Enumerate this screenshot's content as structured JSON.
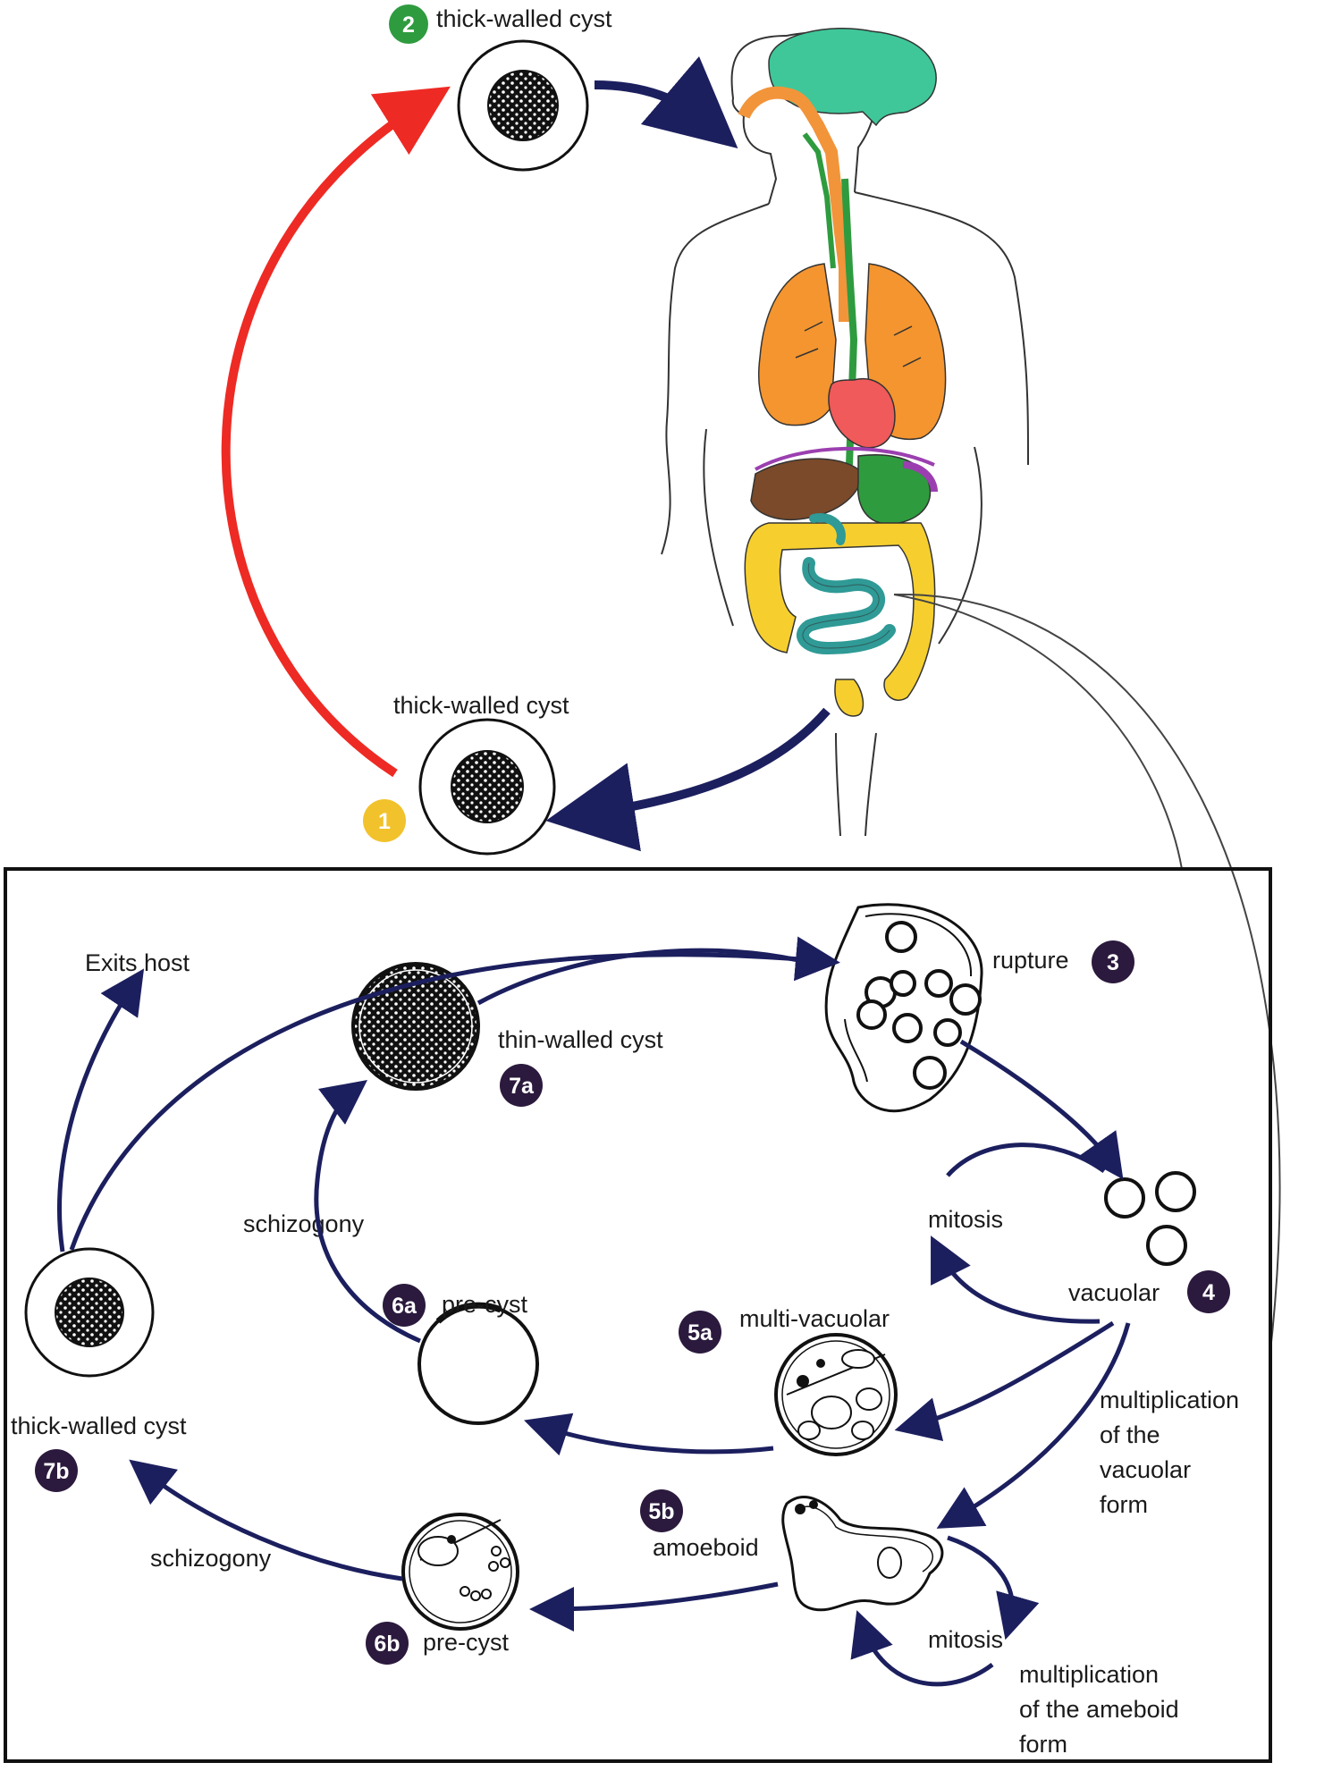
{
  "labels": {
    "step2_title": "thick-walled cyst",
    "step1_title": "thick-walled cyst",
    "exits_host": "Exits host",
    "rupture": "rupture",
    "thin_walled_cyst": "thin-walled cyst",
    "schizogony_top": "schizogony",
    "mitosis_top": "mitosis",
    "vacuolar": "vacuolar",
    "pre_cyst_6a": "pre-cyst",
    "multi_vacuolar": "multi-vacuolar",
    "thick_walled_cyst_7b": "thick-walled cyst",
    "multiplication_vacuolar": [
      "multiplication",
      "of the",
      "vacuolar",
      "form"
    ],
    "amoeboid": "amoeboid",
    "schizogony_bottom": "schizogony",
    "mitosis_bottom": "mitosis",
    "pre_cyst_6b": "pre-cyst",
    "multiplication_ameboid": [
      "multiplication",
      "of the ameboid",
      "form"
    ]
  },
  "badges": {
    "b1": "1",
    "b2": "2",
    "b3": "3",
    "b4": "4",
    "b5a": "5a",
    "b5b": "5b",
    "b6a": "6a",
    "b6b": "6b",
    "b7a": "7a",
    "b7b": "7b"
  },
  "colors": {
    "badge_dark": "#2b1a3d",
    "badge_green": "#2e9b3f",
    "badge_yellow": "#f2c22c",
    "arrow_navy": "#1c1f5e",
    "arrow_red": "#ee2a24",
    "brain": "#3fc79a",
    "airway": "#f2943a",
    "lung": "#f4952f",
    "heart": "#f05a5a",
    "liver": "#7a4a2a",
    "stomach": "#2e9b3f",
    "colon": "#f6cf2f",
    "small_intestine": "#2f9a96",
    "diaphragm": "#9b3fb0"
  }
}
